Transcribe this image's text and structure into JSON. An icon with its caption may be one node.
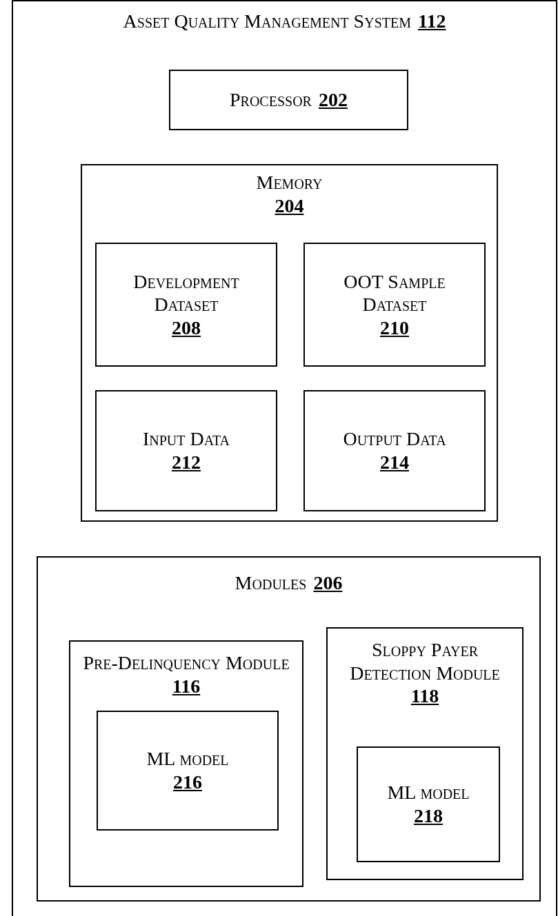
{
  "diagram": {
    "nodes": [
      {
        "text": [
          "Asset Quality Management System",
          "112"
        ]
      },
      {
        "text": [
          "Processor",
          "202"
        ],
        "in": 0
      },
      {
        "text": [
          "Memory",
          "204"
        ],
        "in": 0
      },
      {
        "text": [
          "Development Dataset",
          "208"
        ],
        "in": 2
      },
      {
        "text": [
          "OOT Sample Dataset",
          "210"
        ],
        "in": 2
      },
      {
        "text": [
          "Input Data",
          "212"
        ],
        "in": 2
      },
      {
        "text": [
          "Output Data",
          "214"
        ],
        "in": 2
      },
      {
        "text": [
          "Modules",
          "206"
        ],
        "in": 0
      },
      {
        "text": [
          "Pre-Delinquency Module",
          "116"
        ],
        "in": 7
      },
      {
        "text": [
          "ML model",
          "216"
        ],
        "in": 8
      },
      {
        "text": [
          "Sloppy Payer Detection Module",
          "118"
        ],
        "in": 7
      },
      {
        "text": [
          "ML model",
          "218"
        ],
        "in": 10
      }
    ]
  }
}
